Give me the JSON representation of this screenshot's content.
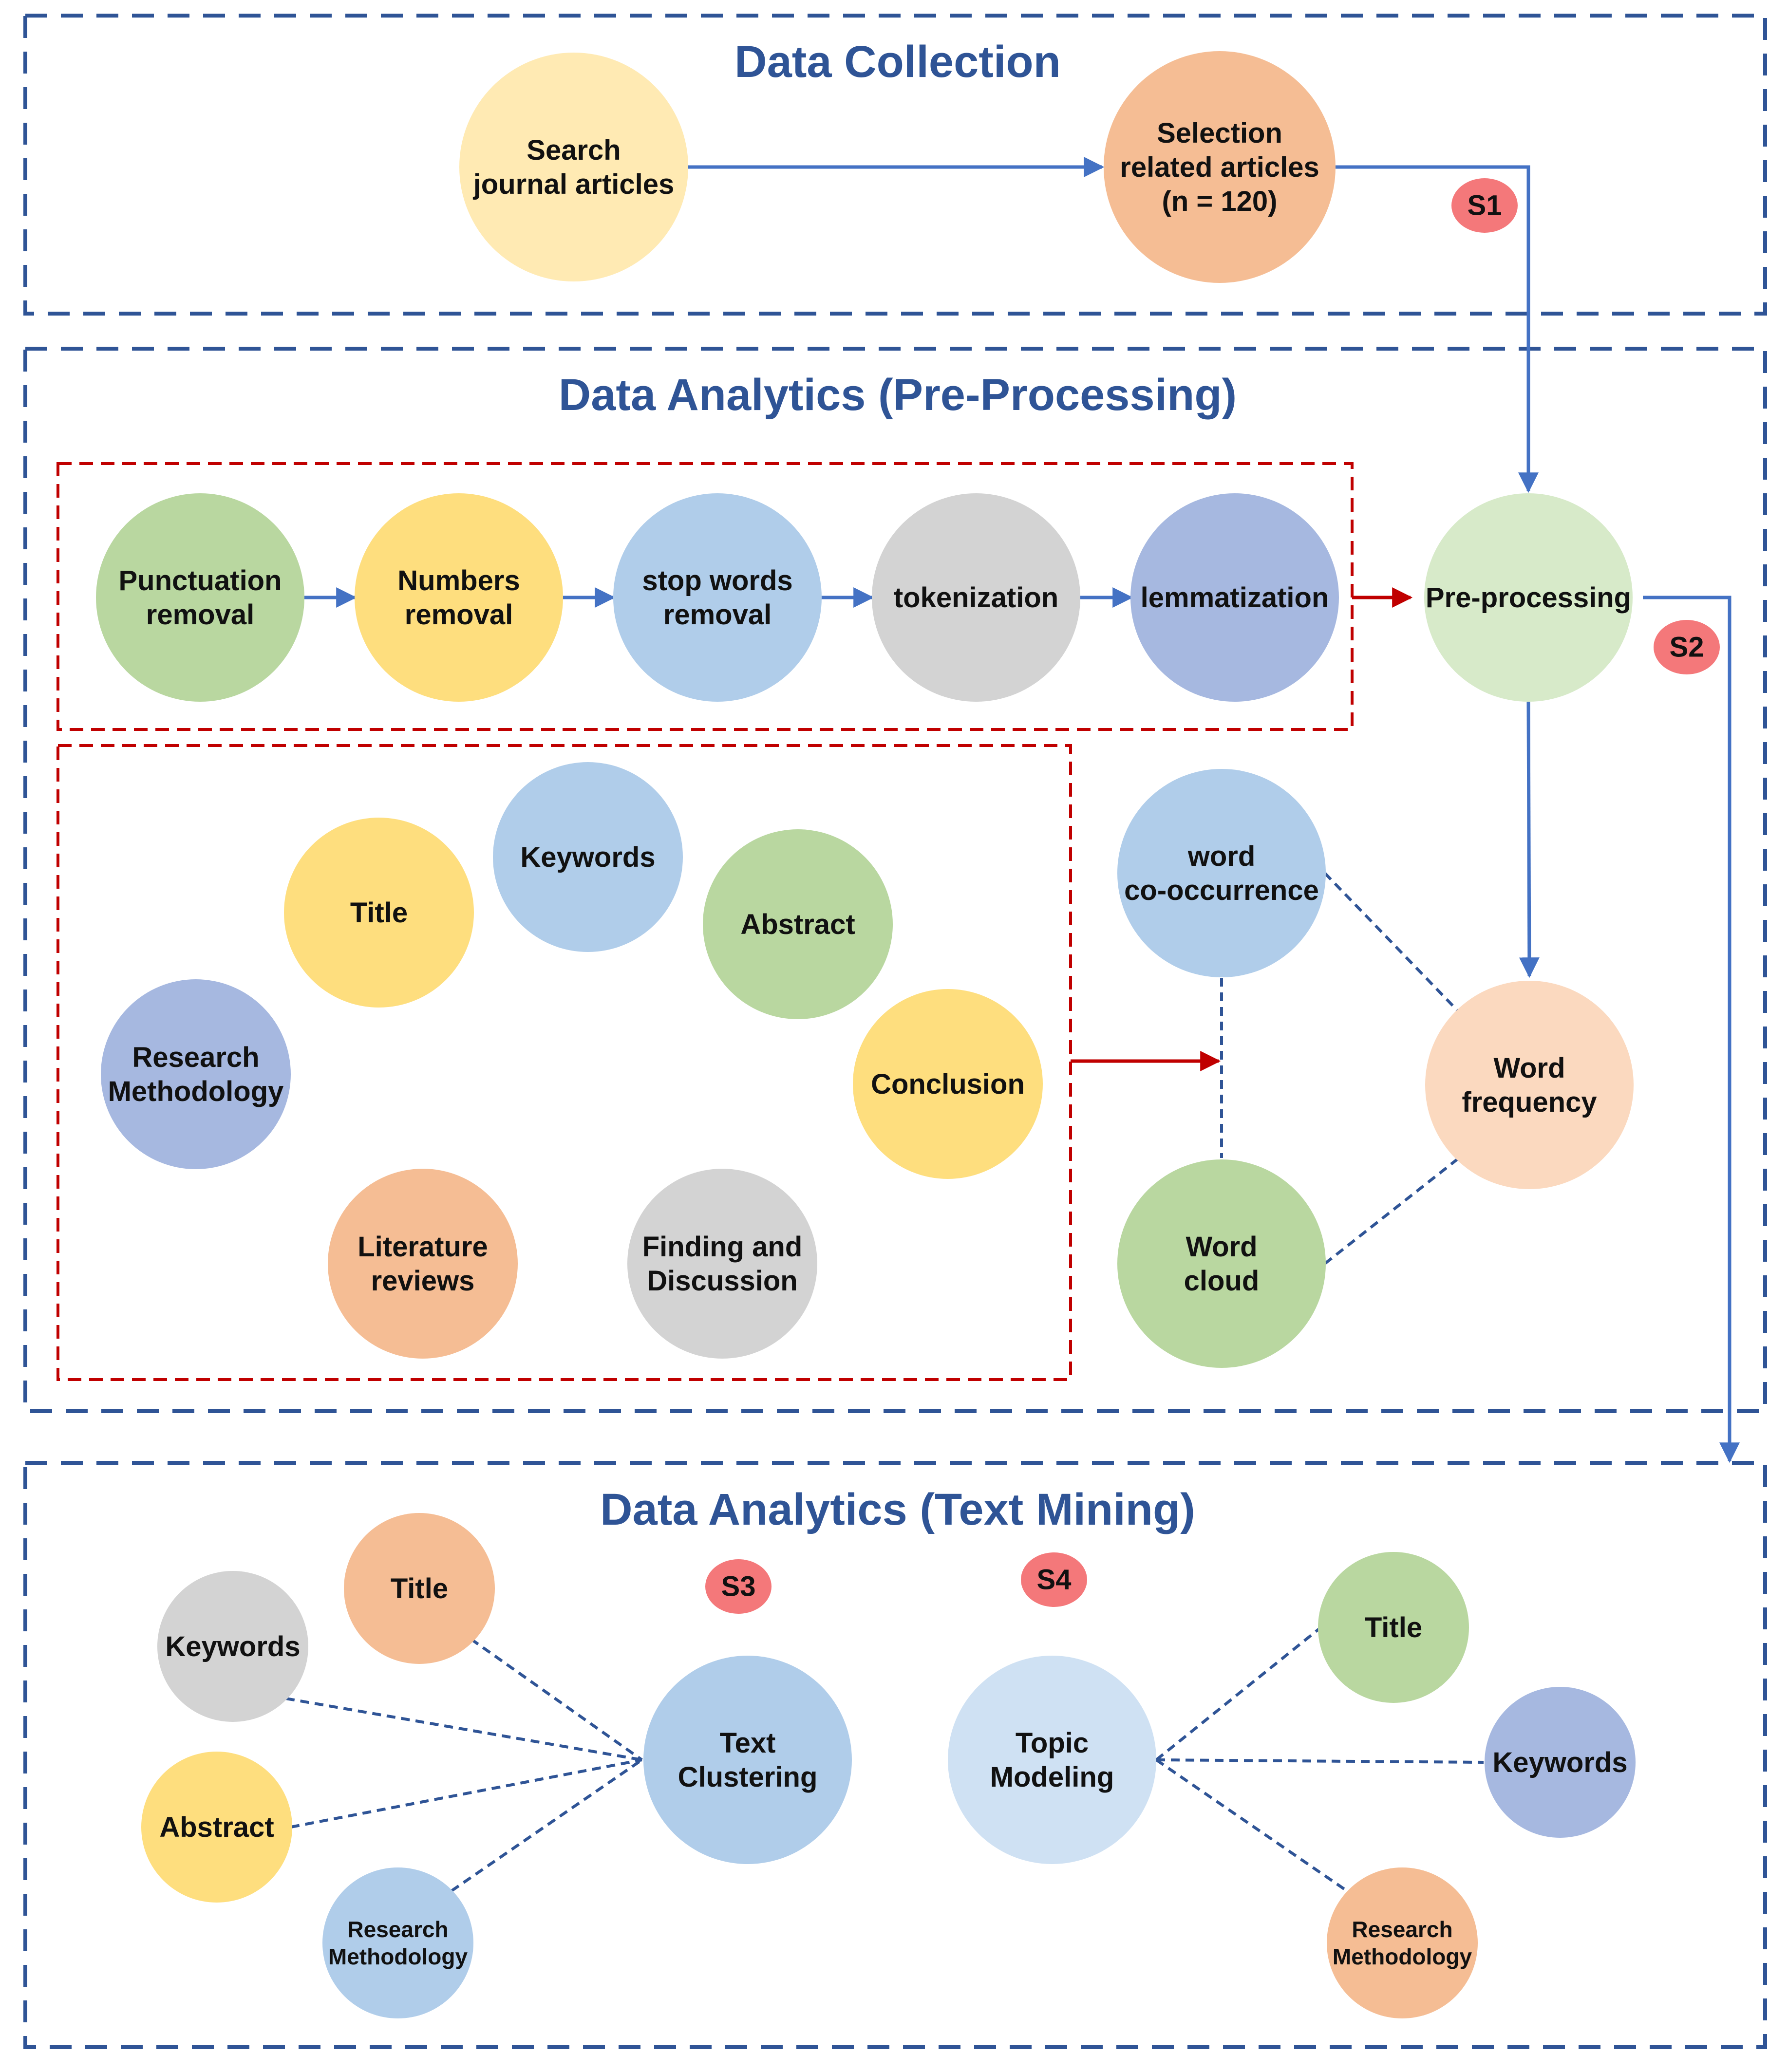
{
  "colors": {
    "section_border": "#2f5496",
    "group_border": "#c00000",
    "flow_arrow": "#4472c4",
    "red_arrow": "#c00000",
    "dashed_link": "#2f5496",
    "badge": "#f4787a"
  },
  "sections": {
    "collection": {
      "title": "Data Collection"
    },
    "preprocessing": {
      "title": "Data Analytics (Pre-Processing)"
    },
    "textmining": {
      "title": "Data Analytics (Text Mining)"
    }
  },
  "nodes": {
    "search": {
      "lines": [
        "Search",
        "journal articles"
      ],
      "color": "#ffeab3"
    },
    "selection": {
      "lines": [
        "Selection",
        "related articles",
        "(n = 120)"
      ],
      "color": "#f5bd94"
    },
    "punctuation": {
      "lines": [
        "Punctuation",
        "removal"
      ],
      "color": "#b9d7a0"
    },
    "numbers": {
      "lines": [
        "Numbers",
        "removal"
      ],
      "color": "#fede7e"
    },
    "stopwords": {
      "lines": [
        "stop words",
        "removal"
      ],
      "color": "#b0cdea"
    },
    "tokenization": {
      "lines": [
        "tokenization"
      ],
      "color": "#d3d3d3"
    },
    "lemmatization": {
      "lines": [
        "lemmatization"
      ],
      "color": "#a6b8e0"
    },
    "preprocessing": {
      "lines": [
        "Pre-processing"
      ],
      "color": "#d7eac9"
    },
    "title1": {
      "lines": [
        "Title"
      ],
      "color": "#fede7e"
    },
    "keywords1": {
      "lines": [
        "Keywords"
      ],
      "color": "#b0cdea"
    },
    "abstract1": {
      "lines": [
        "Abstract"
      ],
      "color": "#b9d7a0"
    },
    "research1": {
      "lines": [
        "Research",
        "Methodology"
      ],
      "color": "#a6b8e0"
    },
    "conclusion": {
      "lines": [
        "Conclusion"
      ],
      "color": "#fede7e"
    },
    "literature": {
      "lines": [
        "Literature",
        "reviews"
      ],
      "color": "#f5bd94"
    },
    "finding": {
      "lines": [
        "Finding and",
        "Discussion"
      ],
      "color": "#d3d3d3"
    },
    "cooccurrence": {
      "lines": [
        "word",
        "co-occurrence"
      ],
      "color": "#b0cdea"
    },
    "wordcloud": {
      "lines": [
        "Word",
        "cloud"
      ],
      "color": "#b9d7a0"
    },
    "frequency": {
      "lines": [
        "Word",
        "frequency"
      ],
      "color": "#fbd9bf"
    },
    "title_l": {
      "lines": [
        "Title"
      ],
      "color": "#f5bd94"
    },
    "keywords_l": {
      "lines": [
        "Keywords"
      ],
      "color": "#d3d3d3"
    },
    "abstract_l": {
      "lines": [
        "Abstract"
      ],
      "color": "#fede7e"
    },
    "research_l": {
      "lines": [
        "Research",
        "Methodology"
      ],
      "color": "#b0cdea"
    },
    "clustering": {
      "lines": [
        "Text",
        "Clustering"
      ],
      "color": "#b0cdea"
    },
    "topic": {
      "lines": [
        "Topic",
        "Modeling"
      ],
      "color": "#cfe1f3"
    },
    "title_r": {
      "lines": [
        "Title"
      ],
      "color": "#b9d7a0"
    },
    "keywords_r": {
      "lines": [
        "Keywords"
      ],
      "color": "#a6b8e0"
    },
    "research_r": {
      "lines": [
        "Research",
        "Methodology"
      ],
      "color": "#f5bd94"
    }
  },
  "badges": {
    "s1": "S1",
    "s2": "S2",
    "s3": "S3",
    "s4": "S4"
  }
}
